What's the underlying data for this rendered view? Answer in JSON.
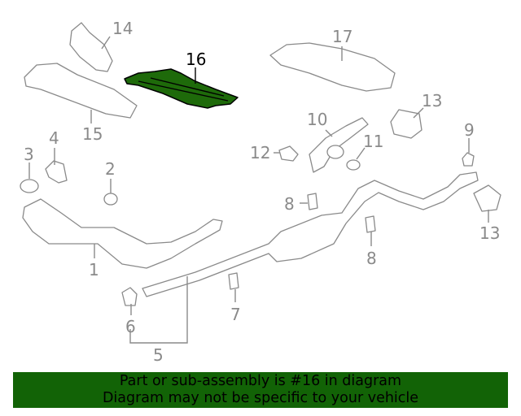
{
  "diagram": {
    "highlight_color": "#1e6a0a",
    "highlighted_part": "16",
    "callouts": [
      {
        "id": "14",
        "text": "14"
      },
      {
        "id": "16",
        "text": "16"
      },
      {
        "id": "17",
        "text": "17"
      },
      {
        "id": "15",
        "text": "15"
      },
      {
        "id": "10",
        "text": "10"
      },
      {
        "id": "13a",
        "text": "13"
      },
      {
        "id": "9",
        "text": "9"
      },
      {
        "id": "11",
        "text": "11"
      },
      {
        "id": "12",
        "text": "12"
      },
      {
        "id": "3",
        "text": "3"
      },
      {
        "id": "4",
        "text": "4"
      },
      {
        "id": "2",
        "text": "2"
      },
      {
        "id": "8a",
        "text": "8"
      },
      {
        "id": "8b",
        "text": "8"
      },
      {
        "id": "13b",
        "text": "13"
      },
      {
        "id": "1",
        "text": "1"
      },
      {
        "id": "6",
        "text": "6"
      },
      {
        "id": "7",
        "text": "7"
      },
      {
        "id": "5",
        "text": "5"
      }
    ]
  },
  "banner": {
    "line1": "Part or sub-assembly is #16 in diagram",
    "line2": "Diagram may not be specific to your vehicle",
    "color": "#126306"
  }
}
